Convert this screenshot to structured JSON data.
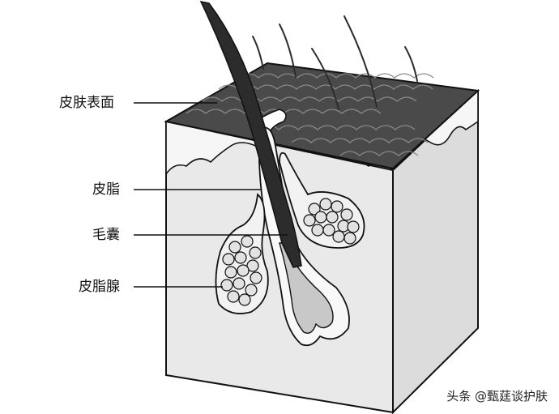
{
  "labels": {
    "skin_surface": "皮肤表面",
    "sebum": "皮脂",
    "hair_follicle": "毛囊",
    "sebaceous_gland": "皮脂腺"
  },
  "watermark": "头条 @甄莛谈护肤",
  "colors": {
    "surface_dark": "#4a4a4a",
    "block_face": "#e9e9e9",
    "block_side": "#dcdcdc",
    "gland_fill": "#f3f3f3",
    "hair": "#2c2c2c",
    "line": "#111111"
  }
}
